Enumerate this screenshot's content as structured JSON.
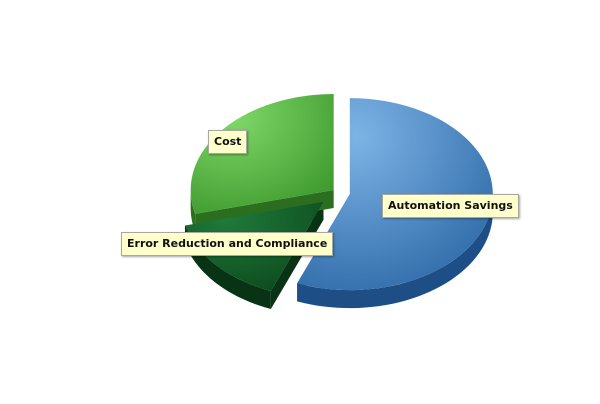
{
  "chart_data": {
    "type": "pie",
    "style": "3d-exploded",
    "slices": [
      {
        "label": "Automation Savings",
        "value": 56,
        "colors": {
          "light": "#7db4e6",
          "dark": "#2f6aa8",
          "side": "#1d4f86"
        }
      },
      {
        "label": "Error Reduction and Compliance",
        "value": 15,
        "colors": {
          "light": "#1f7a3a",
          "dark": "#0d4a1e",
          "side": "#083314"
        }
      },
      {
        "label": "Cost",
        "value": 29,
        "colors": {
          "light": "#7fd868",
          "dark": "#3f9a2e",
          "side": "#2b6e1f"
        }
      }
    ],
    "legend": "none"
  }
}
